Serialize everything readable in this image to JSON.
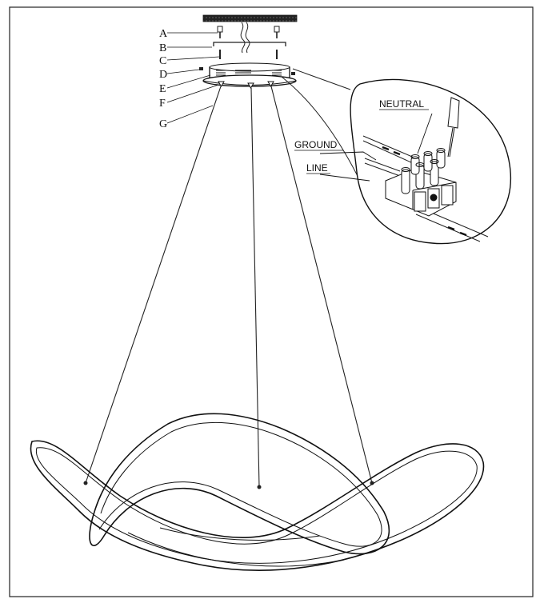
{
  "callouts": [
    "A",
    "B",
    "C",
    "D",
    "E",
    "F",
    "G"
  ],
  "wiring": {
    "neutral": "NEUTRAL",
    "ground": "GROUND",
    "line": "LINE"
  },
  "icons": {
    "canopy": "canopy-icon",
    "ring": "wavy-led-ring-icon",
    "connector": "terminal-block-icon",
    "screwdriver": "screwdriver-icon"
  }
}
